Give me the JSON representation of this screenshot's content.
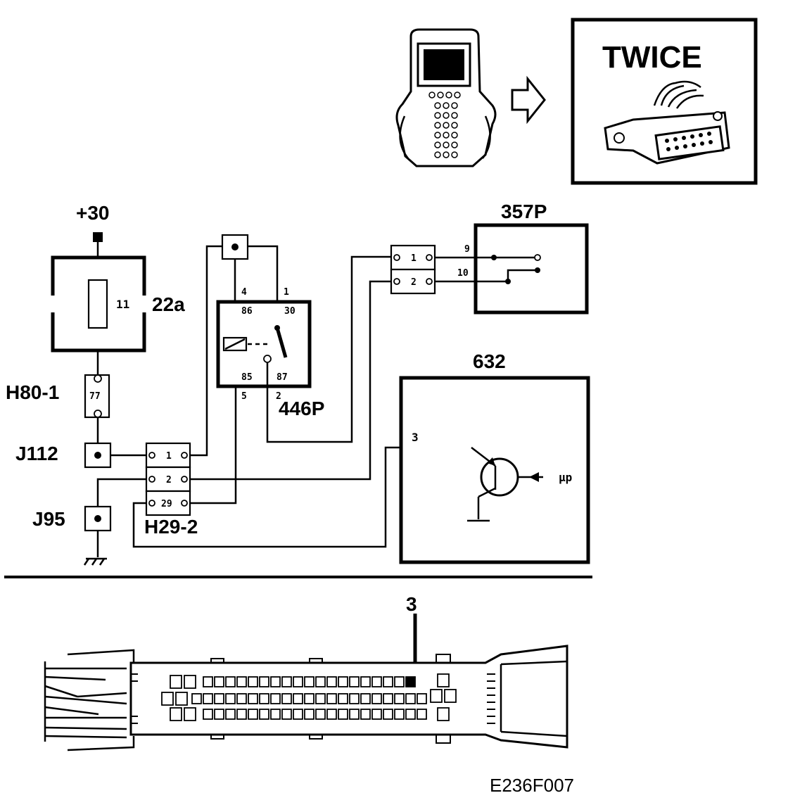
{
  "tool_box": {
    "title": "TWICE"
  },
  "supply": {
    "label": "+30"
  },
  "fuse_box": {
    "label": "22a",
    "fuse_number": "11"
  },
  "relay": {
    "label": "446P",
    "pin_86": "86",
    "pin_30": "30",
    "pin_85": "85",
    "pin_87": "87",
    "wire_4": "4",
    "wire_1": "1",
    "wire_5": "5",
    "wire_2": "2"
  },
  "connector_h80": {
    "label": "H80-1",
    "pin": "77"
  },
  "ground_j112": {
    "label": "J112"
  },
  "ground_j95": {
    "label": "J95"
  },
  "connector_h29": {
    "label": "H29-2",
    "pins": [
      "1",
      "2",
      "29"
    ]
  },
  "connector_top": {
    "pins": [
      "1",
      "2"
    ]
  },
  "component_357p": {
    "label": "357P",
    "pin_a": "9",
    "pin_b": "10"
  },
  "component_632": {
    "label": "632",
    "pin": "3",
    "mu_label": "μp"
  },
  "ecu_connector": {
    "callout": "3"
  },
  "figure_code": "E236F007"
}
